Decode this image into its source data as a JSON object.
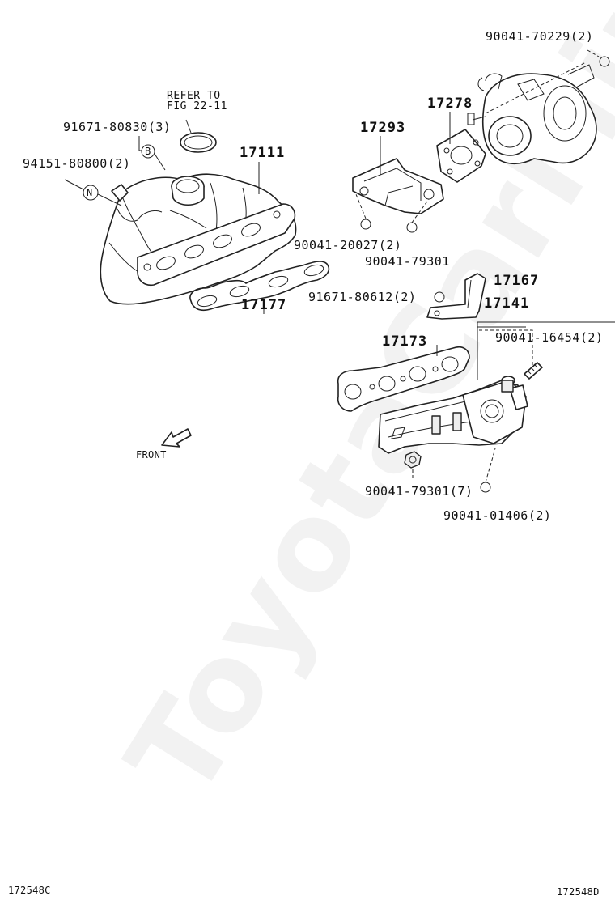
{
  "labels": {
    "refer_line1": "REFER TO",
    "refer_line2": "FIG 22-11",
    "p91671_80830": "91671-80830(3)",
    "p94151_80800": "94151-80800(2)",
    "p17111": "17111",
    "p17177": "17177",
    "p17293": "17293",
    "p17278": "17278",
    "p90041_70229": "90041-70229(2)",
    "p90041_20027": "90041-20027(2)",
    "p90041_79301_a": "90041-79301",
    "p17167": "17167",
    "p91671_80612": "91671-80612(2)",
    "p17141": "17141",
    "p17173": "17173",
    "p90041_16454": "90041-16454(2)",
    "p90041_79301_b": "90041-79301(7)",
    "p90041_01406": "90041-01406(2)",
    "front": "FRONT",
    "code_left": "172548C",
    "code_right": "172548D"
  },
  "markers": {
    "b": "B",
    "n": "N"
  },
  "watermark": "ToyotaCarMine",
  "icons": [
    "front-arrow-icon",
    "marker-b-icon",
    "marker-n-icon"
  ]
}
